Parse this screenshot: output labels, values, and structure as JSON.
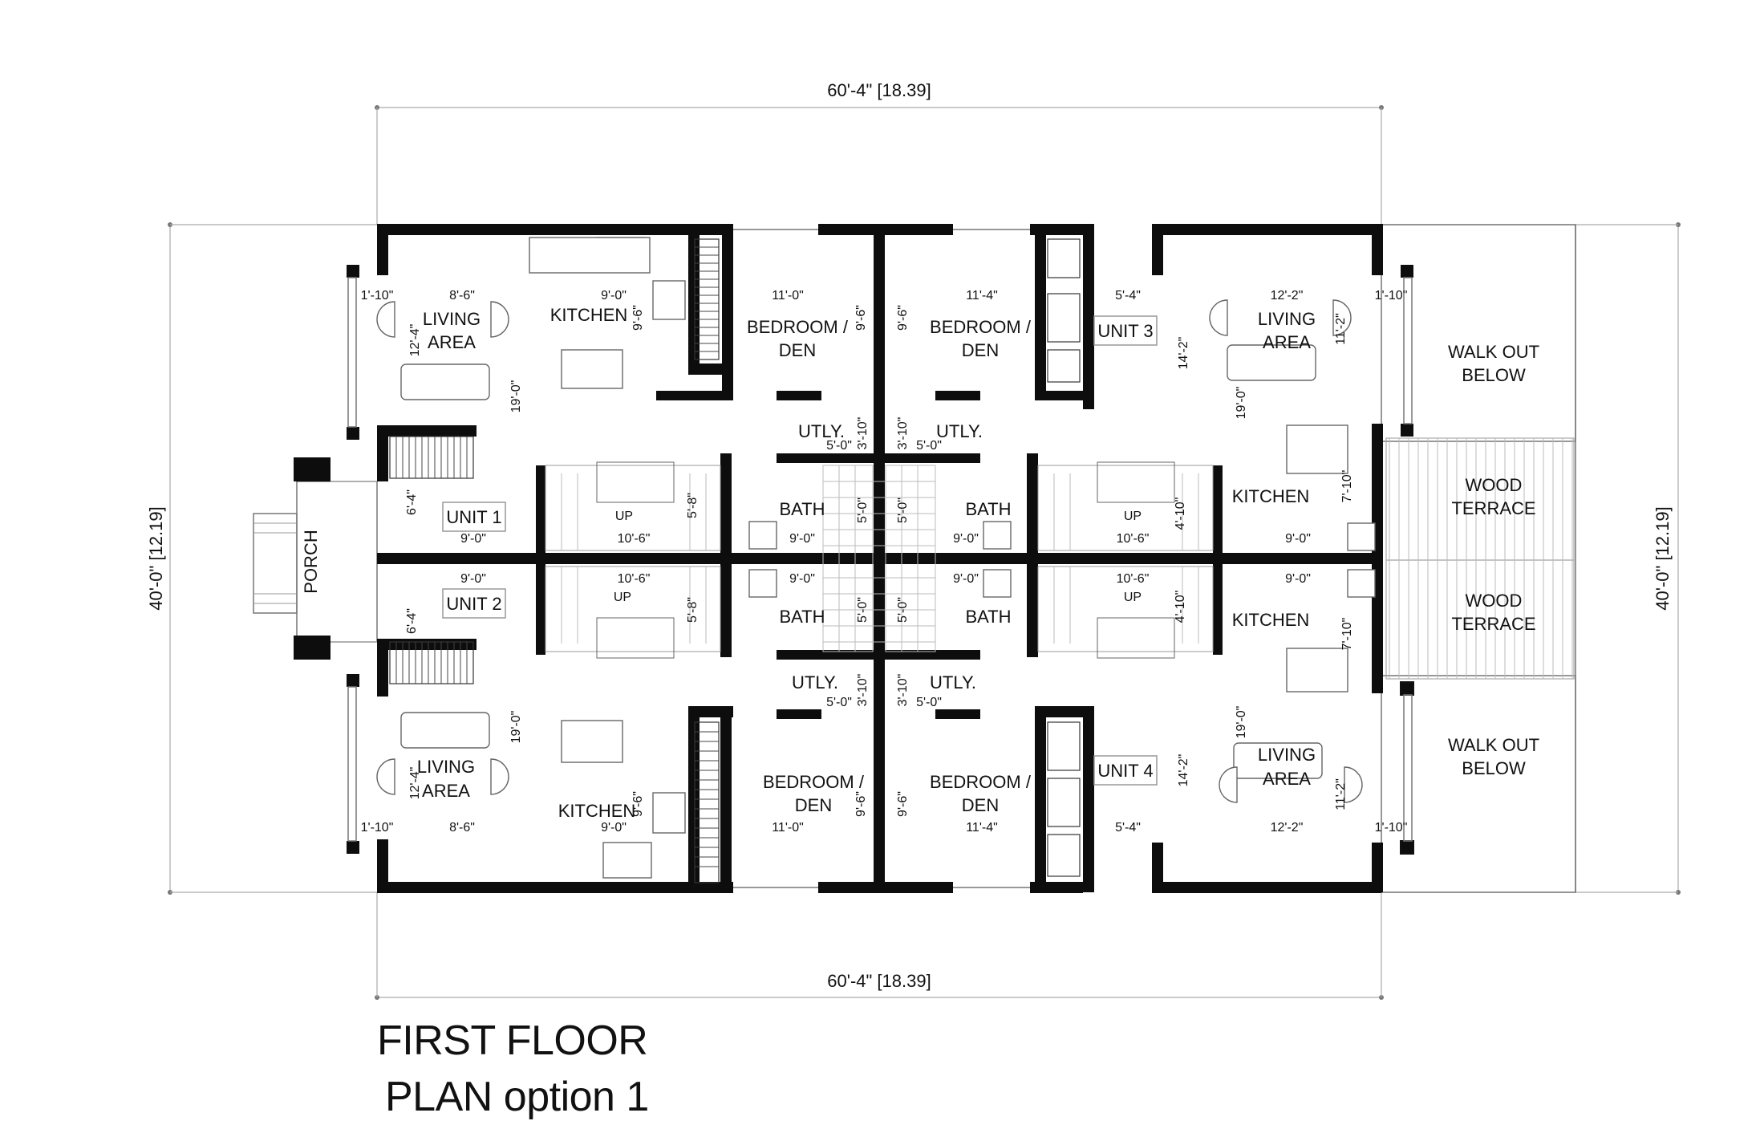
{
  "title": {
    "line1": "FIRST FLOOR",
    "line2": "PLAN option 1"
  },
  "overall_dims": {
    "top": "60'-4\" [18.39]",
    "bottom": "60'-4\" [18.39]",
    "left": "40'-0\" [12.19]",
    "right": "40'-0\" [12.19]"
  },
  "units": [
    "UNIT 1",
    "UNIT 2",
    "UNIT 3",
    "UNIT 4"
  ],
  "rooms": {
    "living": "LIVING",
    "area": "AREA",
    "kitchen": "KITCHEN",
    "bedroom": "BEDROOM /",
    "den": "DEN",
    "utly": "UTLY.",
    "bath": "BATH",
    "up": "UP",
    "porch": "PORCH",
    "walk_out": "WALK OUT",
    "below": "BELOW",
    "wood": "WOOD",
    "terrace": "TERRACE"
  },
  "dims": {
    "d_1_10": "1'-10\"",
    "d_8_6": "8'-6\"",
    "d_9_0": "9'-0\"",
    "d_9_6": "9'-6\"",
    "d_11_0": "11'-0\"",
    "d_11_4": "11'-4\"",
    "d_5_4": "5'-4\"",
    "d_12_2": "12'-2\"",
    "d_12_4": "12'-4\"",
    "d_19_0": "19'-0\"",
    "d_14_2": "14'-2\"",
    "d_11_2": "11'-2\"",
    "d_3_10": "3'-10\"",
    "d_5_0": "5'-0\"",
    "d_6_4": "6'-4\"",
    "d_10_6": "10'-6\"",
    "d_5_8": "5'-8\"",
    "d_4_10": "4'-10\"",
    "d_7_10": "7'-10\""
  }
}
